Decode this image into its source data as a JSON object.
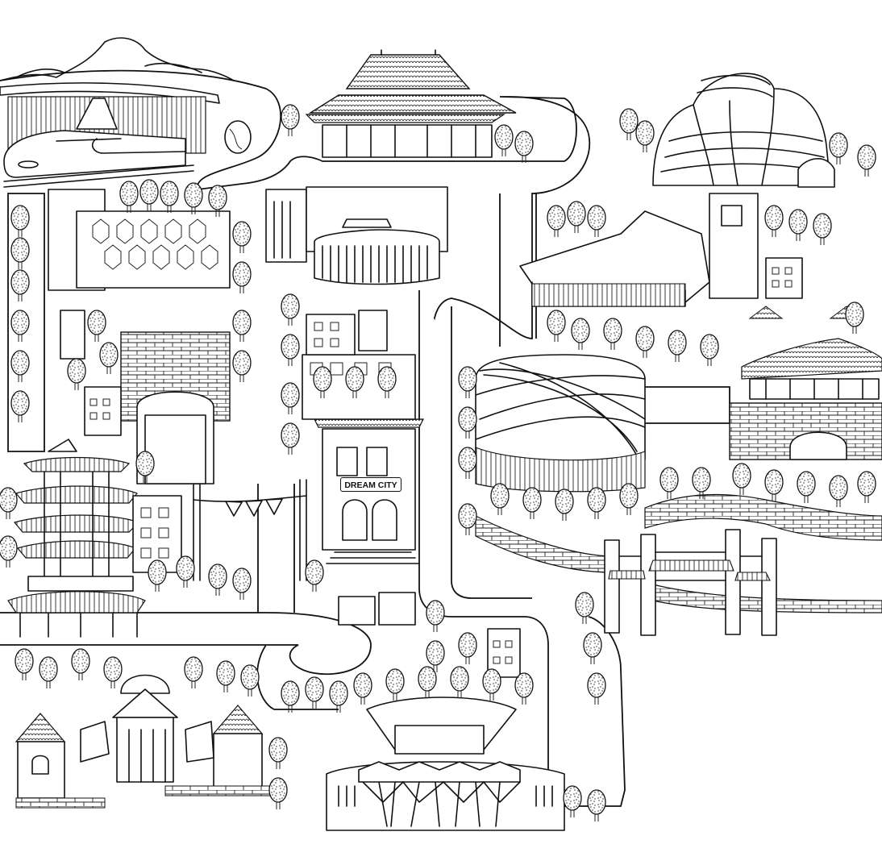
{
  "illustration": {
    "style": "black-and-white line drawing / coloring page",
    "subject": "city map with landmarks connected by a winding road",
    "stroke_color": "#111111",
    "background_color": "#ffffff"
  },
  "landmarks": [
    {
      "name": "railway-station",
      "description": "lotus-roof train station with high-speed train"
    },
    {
      "name": "traditional-hall",
      "description": "tiled hip-roof traditional hall"
    },
    {
      "name": "dome-complex",
      "description": "layered shell-shaped dome buildings"
    },
    {
      "name": "hexagon-facade-building",
      "description": "building with hexagonal window pattern"
    },
    {
      "name": "round-tower",
      "description": "cylindrical tower with flat cap"
    },
    {
      "name": "cantilever-building",
      "description": "angular cantilevered modern building"
    },
    {
      "name": "yellow-crane-pagoda",
      "description": "multi-tier pagoda tower"
    },
    {
      "name": "brick-gate",
      "description": "arched brick gateway"
    },
    {
      "name": "dream-city-building",
      "description": "colonial building with shop sign"
    },
    {
      "name": "woven-stadium",
      "description": "stadium wrapped in crossing bands"
    },
    {
      "name": "city-wall-gate",
      "description": "pavilion atop brick city wall"
    },
    {
      "name": "paifang-archway",
      "description": "traditional memorial archway over curved wall"
    },
    {
      "name": "colonial-houses",
      "description": "domed colonial buildings with flags"
    },
    {
      "name": "theater",
      "description": "theater with tree-like column canopy"
    }
  ],
  "sign": {
    "text": "DREAM CITY"
  }
}
